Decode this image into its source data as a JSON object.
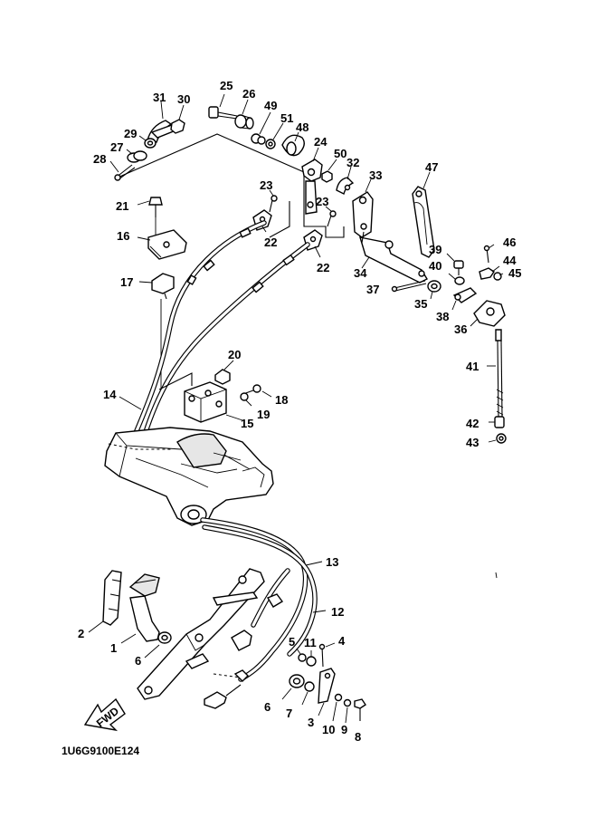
{
  "diagram": {
    "code": "1U6G9100E124",
    "fwd_label": "FWD",
    "callouts": [
      {
        "id": "p25",
        "text": "25"
      },
      {
        "id": "p26",
        "text": "26"
      },
      {
        "id": "p31",
        "text": "31"
      },
      {
        "id": "p30",
        "text": "30"
      },
      {
        "id": "p49",
        "text": "49"
      },
      {
        "id": "p51",
        "text": "51"
      },
      {
        "id": "p48",
        "text": "48"
      },
      {
        "id": "p29",
        "text": "29"
      },
      {
        "id": "p27",
        "text": "27"
      },
      {
        "id": "p28",
        "text": "28"
      },
      {
        "id": "p24",
        "text": "24"
      },
      {
        "id": "p50",
        "text": "50"
      },
      {
        "id": "p32",
        "text": "32"
      },
      {
        "id": "p33",
        "text": "33"
      },
      {
        "id": "p47",
        "text": "47"
      },
      {
        "id": "p21",
        "text": "21"
      },
      {
        "id": "p23a",
        "text": "23"
      },
      {
        "id": "p23b",
        "text": "23"
      },
      {
        "id": "p16",
        "text": "16"
      },
      {
        "id": "p22a",
        "text": "22"
      },
      {
        "id": "p22b",
        "text": "22"
      },
      {
        "id": "p39",
        "text": "39"
      },
      {
        "id": "p46",
        "text": "46"
      },
      {
        "id": "p40",
        "text": "40"
      },
      {
        "id": "p44",
        "text": "44"
      },
      {
        "id": "p45",
        "text": "45"
      },
      {
        "id": "p34",
        "text": "34"
      },
      {
        "id": "p17",
        "text": "17"
      },
      {
        "id": "p37",
        "text": "37"
      },
      {
        "id": "p35",
        "text": "35"
      },
      {
        "id": "p38",
        "text": "38"
      },
      {
        "id": "p36",
        "text": "36"
      },
      {
        "id": "p20",
        "text": "20"
      },
      {
        "id": "p41",
        "text": "41"
      },
      {
        "id": "p14",
        "text": "14"
      },
      {
        "id": "p18",
        "text": "18"
      },
      {
        "id": "p19",
        "text": "19"
      },
      {
        "id": "p15",
        "text": "15"
      },
      {
        "id": "p42",
        "text": "42"
      },
      {
        "id": "p43",
        "text": "43"
      },
      {
        "id": "p13",
        "text": "13"
      },
      {
        "id": "p12",
        "text": "12"
      },
      {
        "id": "p2",
        "text": "2"
      },
      {
        "id": "p1",
        "text": "1"
      },
      {
        "id": "p6a",
        "text": "6"
      },
      {
        "id": "p5",
        "text": "5"
      },
      {
        "id": "p11",
        "text": "11"
      },
      {
        "id": "p4",
        "text": "4"
      },
      {
        "id": "p6b",
        "text": "6"
      },
      {
        "id": "p7",
        "text": "7"
      },
      {
        "id": "p3",
        "text": "3"
      },
      {
        "id": "p10",
        "text": "10"
      },
      {
        "id": "p9",
        "text": "9"
      },
      {
        "id": "p8",
        "text": "8"
      }
    ]
  }
}
